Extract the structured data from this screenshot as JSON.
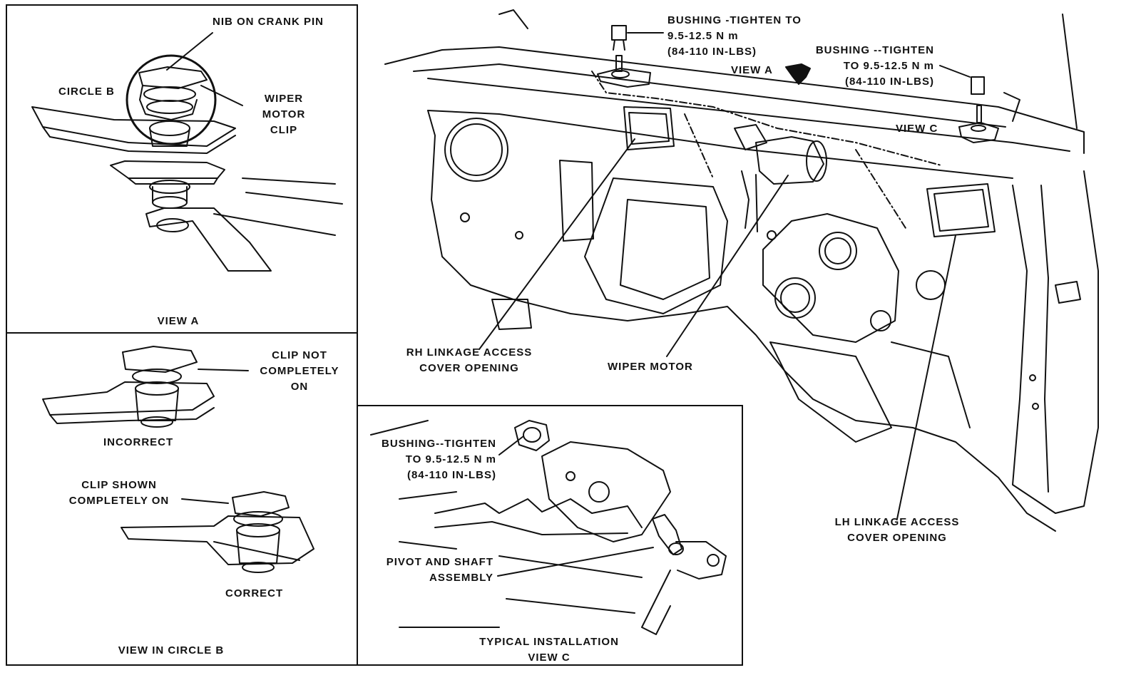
{
  "labels": {
    "nib_on_crank_pin": "NIB ON CRANK PIN",
    "circle_b": "CIRCLE B",
    "wiper_motor_clip": [
      "WIPER",
      "MOTOR",
      "CLIP"
    ],
    "view_a_caption": "VIEW A",
    "clip_not_completely_on": [
      "CLIP NOT",
      "COMPLETELY",
      "ON"
    ],
    "incorrect": "INCORRECT",
    "clip_shown_completely_on": [
      "CLIP SHOWN",
      "COMPLETELY ON"
    ],
    "correct": "CORRECT",
    "view_in_circle_b": "VIEW IN CIRCLE B",
    "bushing_top": [
      "BUSHING -TIGHTEN TO",
      "9.5-12.5 N m",
      "(84-110 IN-LBS)"
    ],
    "view_a_marker": "VIEW A",
    "bushing_right": [
      "BUSHING --TIGHTEN",
      "TO 9.5-12.5 N m",
      "(84-110 IN-LBS)"
    ],
    "view_c_marker": "VIEW C",
    "rh_linkage": [
      "RH LINKAGE ACCESS",
      "COVER OPENING"
    ],
    "wiper_motor": "WIPER MOTOR",
    "lh_linkage": [
      "LH LINKAGE ACCESS",
      "COVER OPENING"
    ],
    "bushing_view_c": [
      "BUSHING--TIGHTEN",
      "TO 9.5-12.5 N m",
      "(84-110 IN-LBS)"
    ],
    "pivot_shaft": [
      "PIVOT AND SHAFT",
      "ASSEMBLY"
    ],
    "typical_installation": [
      "TYPICAL INSTALLATION",
      "VIEW C"
    ]
  },
  "colors": {
    "ink": "#111111",
    "paper": "#ffffff"
  }
}
